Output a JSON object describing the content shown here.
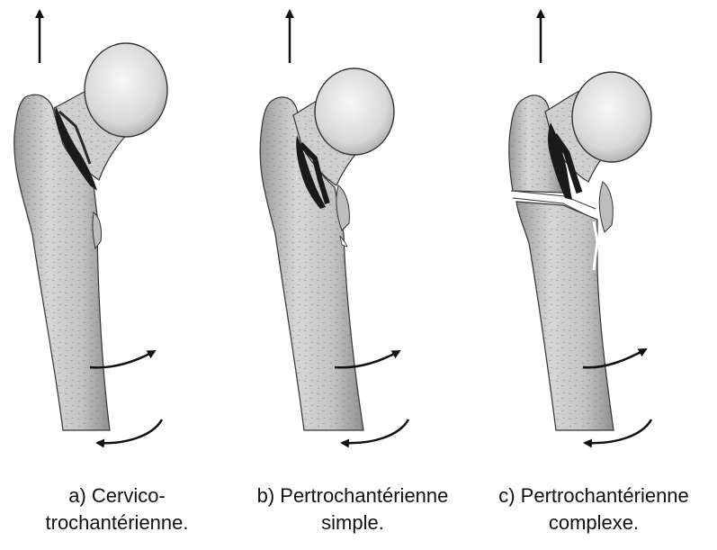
{
  "figures": [
    {
      "id": "a",
      "line1": "a) Cervico-",
      "line2": "trochantérienne.",
      "fracture": "cervico-trochanteric"
    },
    {
      "id": "b",
      "line1": "b) Pertrochantérienne",
      "line2": "simple.",
      "fracture": "pertrochanteric-simple"
    },
    {
      "id": "c",
      "line1": "c) Pertrochantérienne",
      "line2": "complexe.",
      "fracture": "pertrochanteric-complex"
    }
  ],
  "colors": {
    "bone_light": "#eeeeee",
    "bone_mid": "#c9c9c9",
    "bone_shadow": "#8a8a8a",
    "fracture_dark": "#1a1a1a",
    "outline": "#333333",
    "arrow": "#111111"
  },
  "icons": [
    "traction-arrow-icon",
    "rotation-arrow-icon"
  ]
}
